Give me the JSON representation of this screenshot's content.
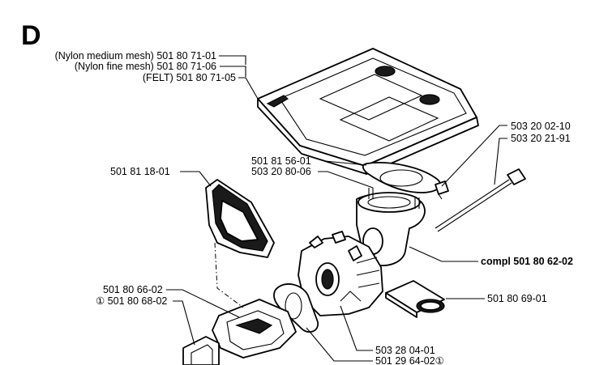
{
  "section": {
    "letter": "D"
  },
  "labels": {
    "filter_nylon_medium": "(Nylon medium mesh) 501 80 71-01",
    "filter_nylon_fine": "(Nylon fine mesh) 501 80 71-06",
    "filter_felt": "(FELT) 501 80 71-05",
    "gasket_a": "501 81 56-01",
    "gasket_b": "503 20 80-06",
    "screw_a": "503 20 02-10",
    "screw_b": "503 20 21-91",
    "bracket": "501 81 18-01",
    "carb_assembly": "compl 501 80 62-02",
    "intake_a": "501 80 66-02",
    "intake_b": "① 501 80 68-02",
    "hose": "501 80 69-01",
    "carb_gasket_a": "503 28 04-01",
    "carb_gasket_b": "501 29 64-02①"
  }
}
